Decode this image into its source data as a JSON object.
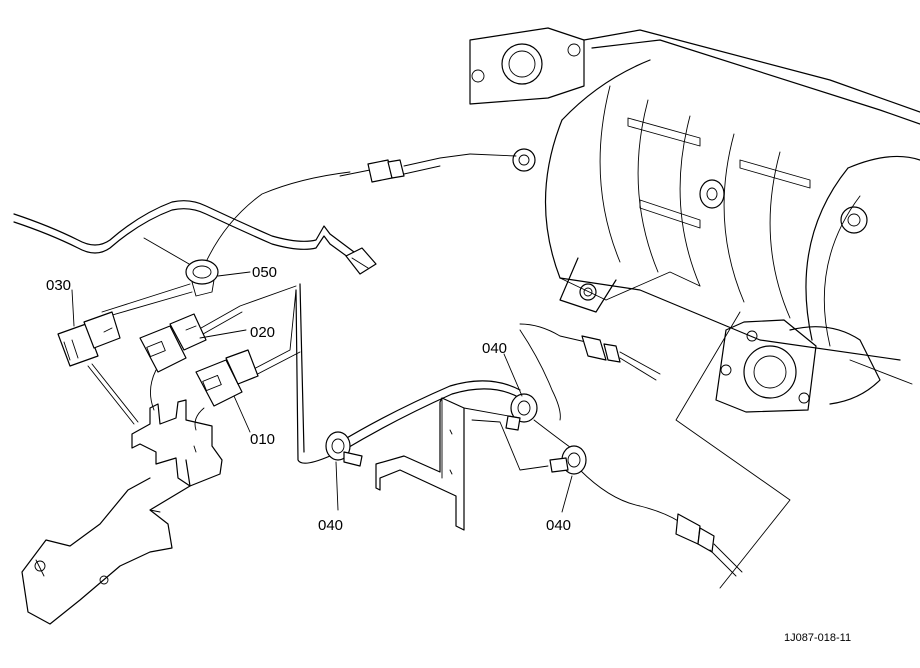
{
  "diagram": {
    "labels": {
      "part_050": "050",
      "part_030": "030",
      "part_020": "020",
      "part_010": "010",
      "part_040_top": "040",
      "part_040_left": "040",
      "part_040_right": "040"
    },
    "reference_code": "1J087-018-11"
  }
}
